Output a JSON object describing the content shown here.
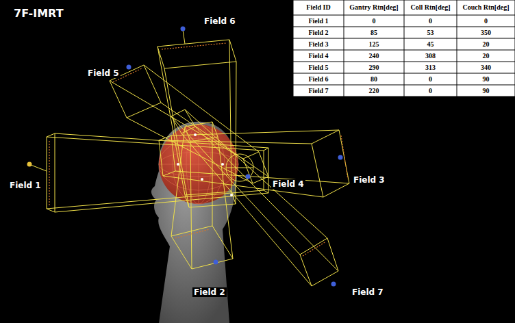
{
  "diagram": {
    "title": "7F-IMRT",
    "labels": [
      "Field 6",
      "Field 5",
      "Field 1",
      "Field 4",
      "Field 3",
      "Field 2",
      "Field 7",
      "Field ID",
      "Gantry Rtn[deg]",
      "Coll Rtn[deg]",
      "Couch Rtn[deg]",
      "Field 1",
      "0",
      "0",
      "0",
      "Field 2",
      "85",
      "53",
      "350",
      "Field 3",
      "125",
      "45",
      "20",
      "Field 4",
      "240",
      "308",
      "20",
      "Field 5",
      "290",
      "313",
      "340",
      "Field 6",
      "80",
      "0",
      "90",
      "Field 7",
      "220",
      "0",
      "90"
    ]
  }
}
